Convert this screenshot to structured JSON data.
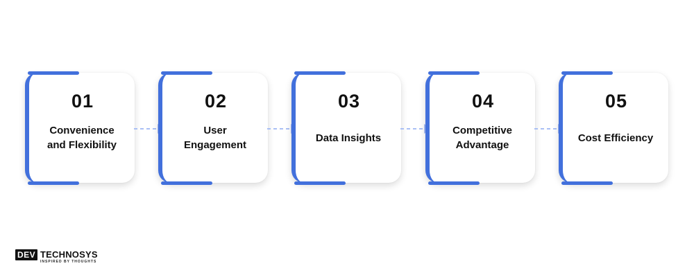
{
  "steps": [
    {
      "number": "01",
      "label": "Convenience\nand Flexibility"
    },
    {
      "number": "02",
      "label": "User\nEngagement"
    },
    {
      "number": "03",
      "label": "Data Insights"
    },
    {
      "number": "04",
      "label": "Competitive\nAdvantage"
    },
    {
      "number": "05",
      "label": "Cost Efficiency"
    }
  ],
  "colors": {
    "accent": "#4270dc",
    "arrow": "#a9bff5",
    "text": "#111111"
  },
  "logo": {
    "mark": "DEV",
    "name": "TECHNOSYS",
    "tagline": "INSPIRED BY THOUGHTS"
  }
}
